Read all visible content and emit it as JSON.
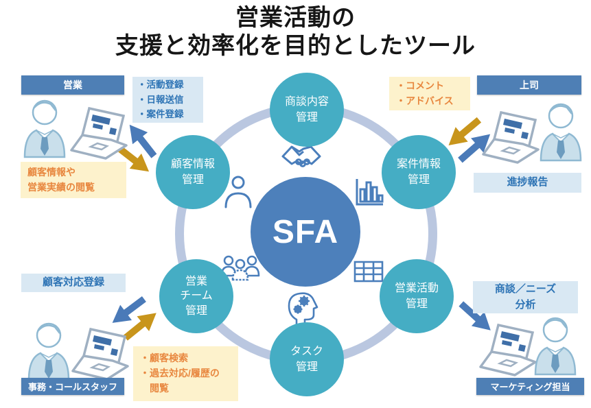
{
  "title": {
    "line1": "営業活動の",
    "line2": "支援と効率化を目的としたツール"
  },
  "center": {
    "label": "SFA"
  },
  "modules": [
    {
      "name": "negotiation-content-management",
      "label": "商談内容\n管理"
    },
    {
      "name": "customer-info-management",
      "label": "顧客情報\n管理"
    },
    {
      "name": "case-info-management",
      "label": "案件情報\n管理"
    },
    {
      "name": "sales-team-management",
      "label": "営業\nチーム\n管理"
    },
    {
      "name": "sales-activity-management",
      "label": "営業活動\n管理"
    },
    {
      "name": "task-management",
      "label": "タスク\n管理"
    }
  ],
  "personas": {
    "sales": {
      "header": "営業",
      "blue_box": "・活動登録\n・日報送信\n・案件登録",
      "yellow_box": "顧客情報や\n営業実績の閲覧"
    },
    "manager": {
      "header": "上司",
      "yellow_box": "・コメント\n・アドバイス",
      "blue_box": "進捗報告"
    },
    "staff": {
      "header": "事務・コールスタッフ",
      "blue_box": "顧客対応登録",
      "yellow_box": "・顧客検索\n・過去対応/履歴の\n　閲覧"
    },
    "marketing": {
      "header": "マーケティング担当",
      "blue_box": "商談／ニーズ\n分析"
    }
  },
  "icons": [
    "handshake-icon",
    "person-icon",
    "bar-chart-icon",
    "people-group-icon",
    "table-icon",
    "head-gears-icon",
    "user-avatar-icon",
    "laptop-icon"
  ],
  "colors": {
    "header_bar_blue": "#4e7fb5",
    "module_teal": "#45adc4",
    "sfa_blue": "#4d80bb",
    "ring_gray_blue": "#bac7e0",
    "arrow_blue": "#4a7ab8",
    "arrow_gold": "#c8951c",
    "blue_box_bg": "#d9e8f3",
    "blue_box_text": "#2e74b5",
    "yellow_box_bg": "#fdf2cc",
    "yellow_box_text": "#e8873f",
    "title_text": "#161616"
  }
}
